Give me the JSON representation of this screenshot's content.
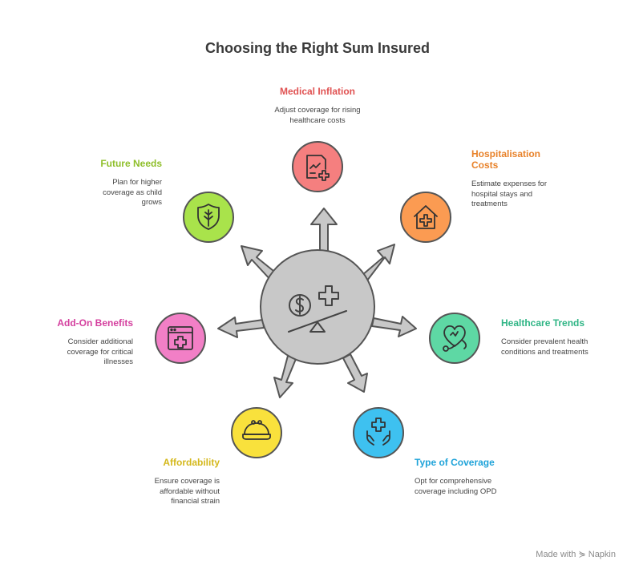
{
  "title": "Choosing the Right Sum Insured",
  "footer": "Made with ⋟ Napkin",
  "items": [
    {
      "title": "Medical Inflation",
      "desc": "Adjust coverage for rising healthcare costs",
      "color": "#e05252",
      "fill": "#f57f7f",
      "icon": "document-chart-plus-icon"
    },
    {
      "title": "Hospitalisation Costs",
      "desc": "Estimate expenses for hospital stays and treatments",
      "color": "#e8822a",
      "fill": "#fb9b52",
      "icon": "hospital-house-icon"
    },
    {
      "title": "Healthcare Trends",
      "desc": "Consider prevalent health conditions and treatments",
      "color": "#2fb585",
      "fill": "#5ed8a4",
      "icon": "heart-stethoscope-icon"
    },
    {
      "title": "Type of Coverage",
      "desc": "Opt for comprehensive coverage including OPD",
      "color": "#1fa3d9",
      "fill": "#3ec1f0",
      "icon": "hands-cross-icon"
    },
    {
      "title": "Affordability",
      "desc": "Ensure coverage is affordable without financial strain",
      "color": "#d4b81c",
      "fill": "#f9e13c",
      "icon": "purse-icon"
    },
    {
      "title": "Add-On Benefits",
      "desc": "Consider additional coverage for critical illnesses",
      "color": "#d43f9e",
      "fill": "#f27fc6",
      "icon": "browser-plus-icon"
    },
    {
      "title": "Future Needs",
      "desc": "Plan for higher coverage as child grows",
      "color": "#8fbf2b",
      "fill": "#a9e34b",
      "icon": "plant-shield-icon"
    }
  ],
  "hub": {
    "icon": "dollar-cross-balance-icon"
  }
}
